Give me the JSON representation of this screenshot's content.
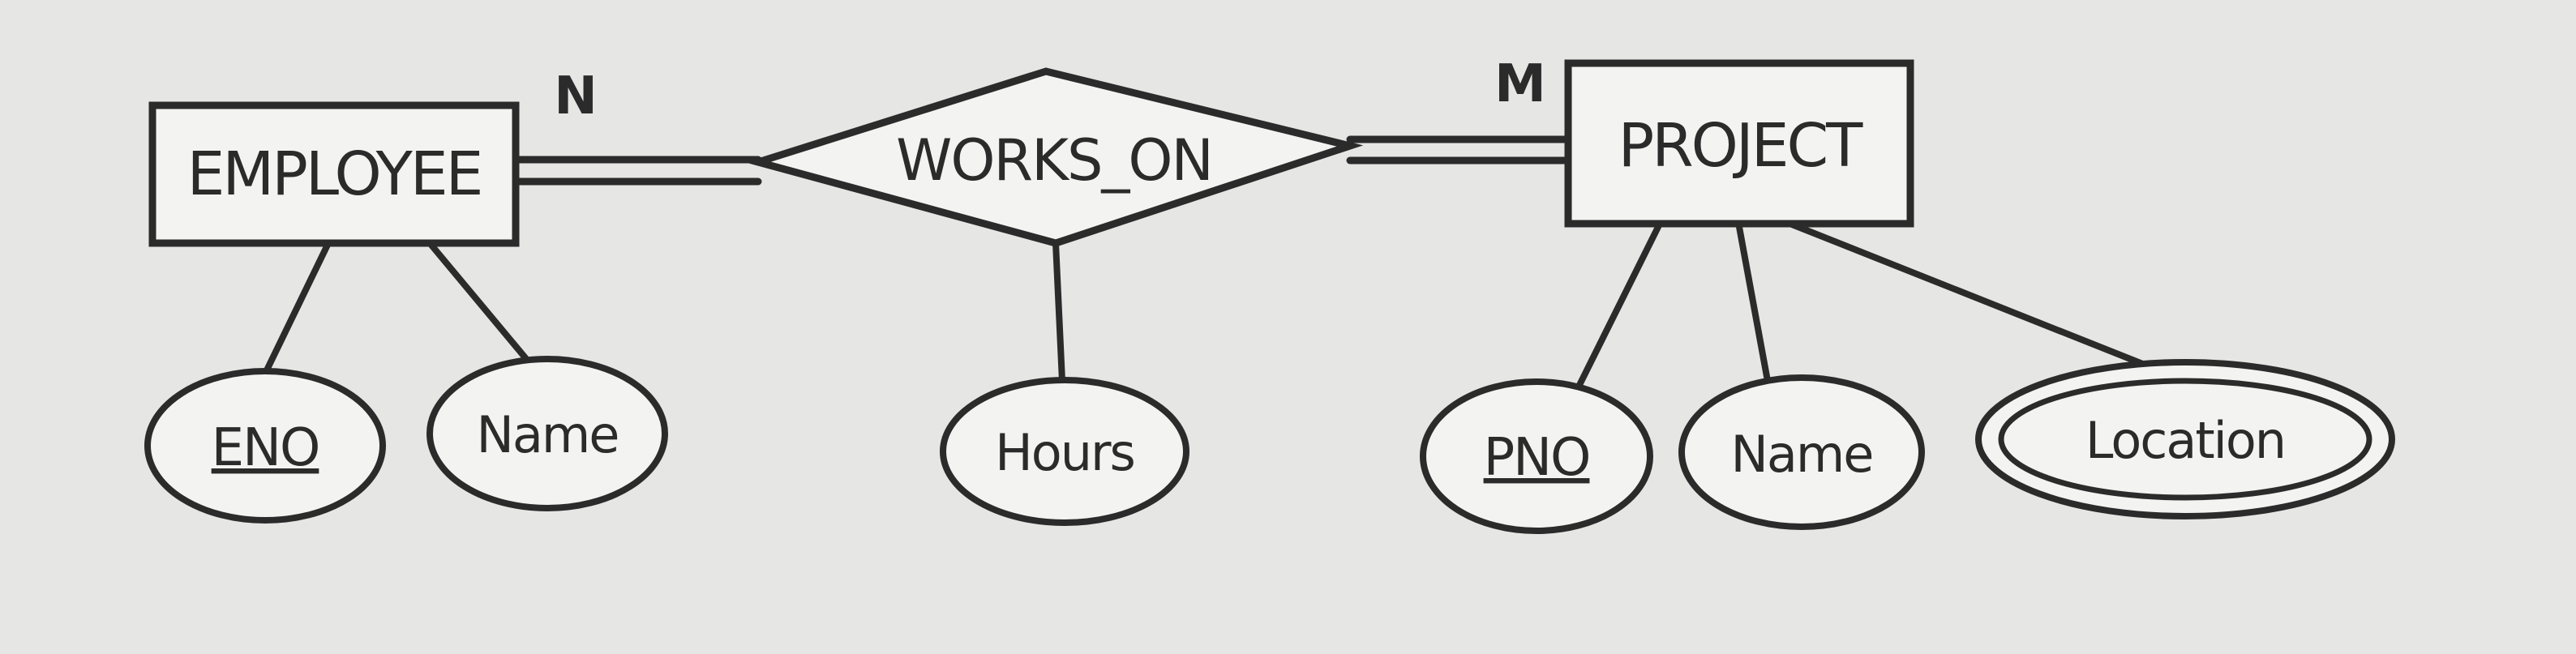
{
  "entities": [
    {
      "id": "employee",
      "label": "EMPLOYEE"
    },
    {
      "id": "project",
      "label": "PROJECT"
    }
  ],
  "relationship": {
    "label": "WORKS_ON"
  },
  "cardinality": {
    "employee_side": "N",
    "project_side": "M"
  },
  "attributes": {
    "employee_eno": {
      "label": "ENO",
      "key": true,
      "multivalued": false
    },
    "employee_name": {
      "label": "Name",
      "key": false,
      "multivalued": false
    },
    "relationship_hours": {
      "label": "Hours",
      "key": false,
      "multivalued": false
    },
    "project_pno": {
      "label": "PNO",
      "key": true,
      "multivalued": false
    },
    "project_name": {
      "label": "Name",
      "key": false,
      "multivalued": false
    },
    "project_location": {
      "label": "Location",
      "key": false,
      "multivalued": true
    }
  },
  "participation": {
    "employee": "total",
    "project": "total"
  },
  "colors": {
    "ink": "#2b2b2b",
    "background": "#e6e6e4",
    "shape_fill": "#f3f3f1"
  }
}
